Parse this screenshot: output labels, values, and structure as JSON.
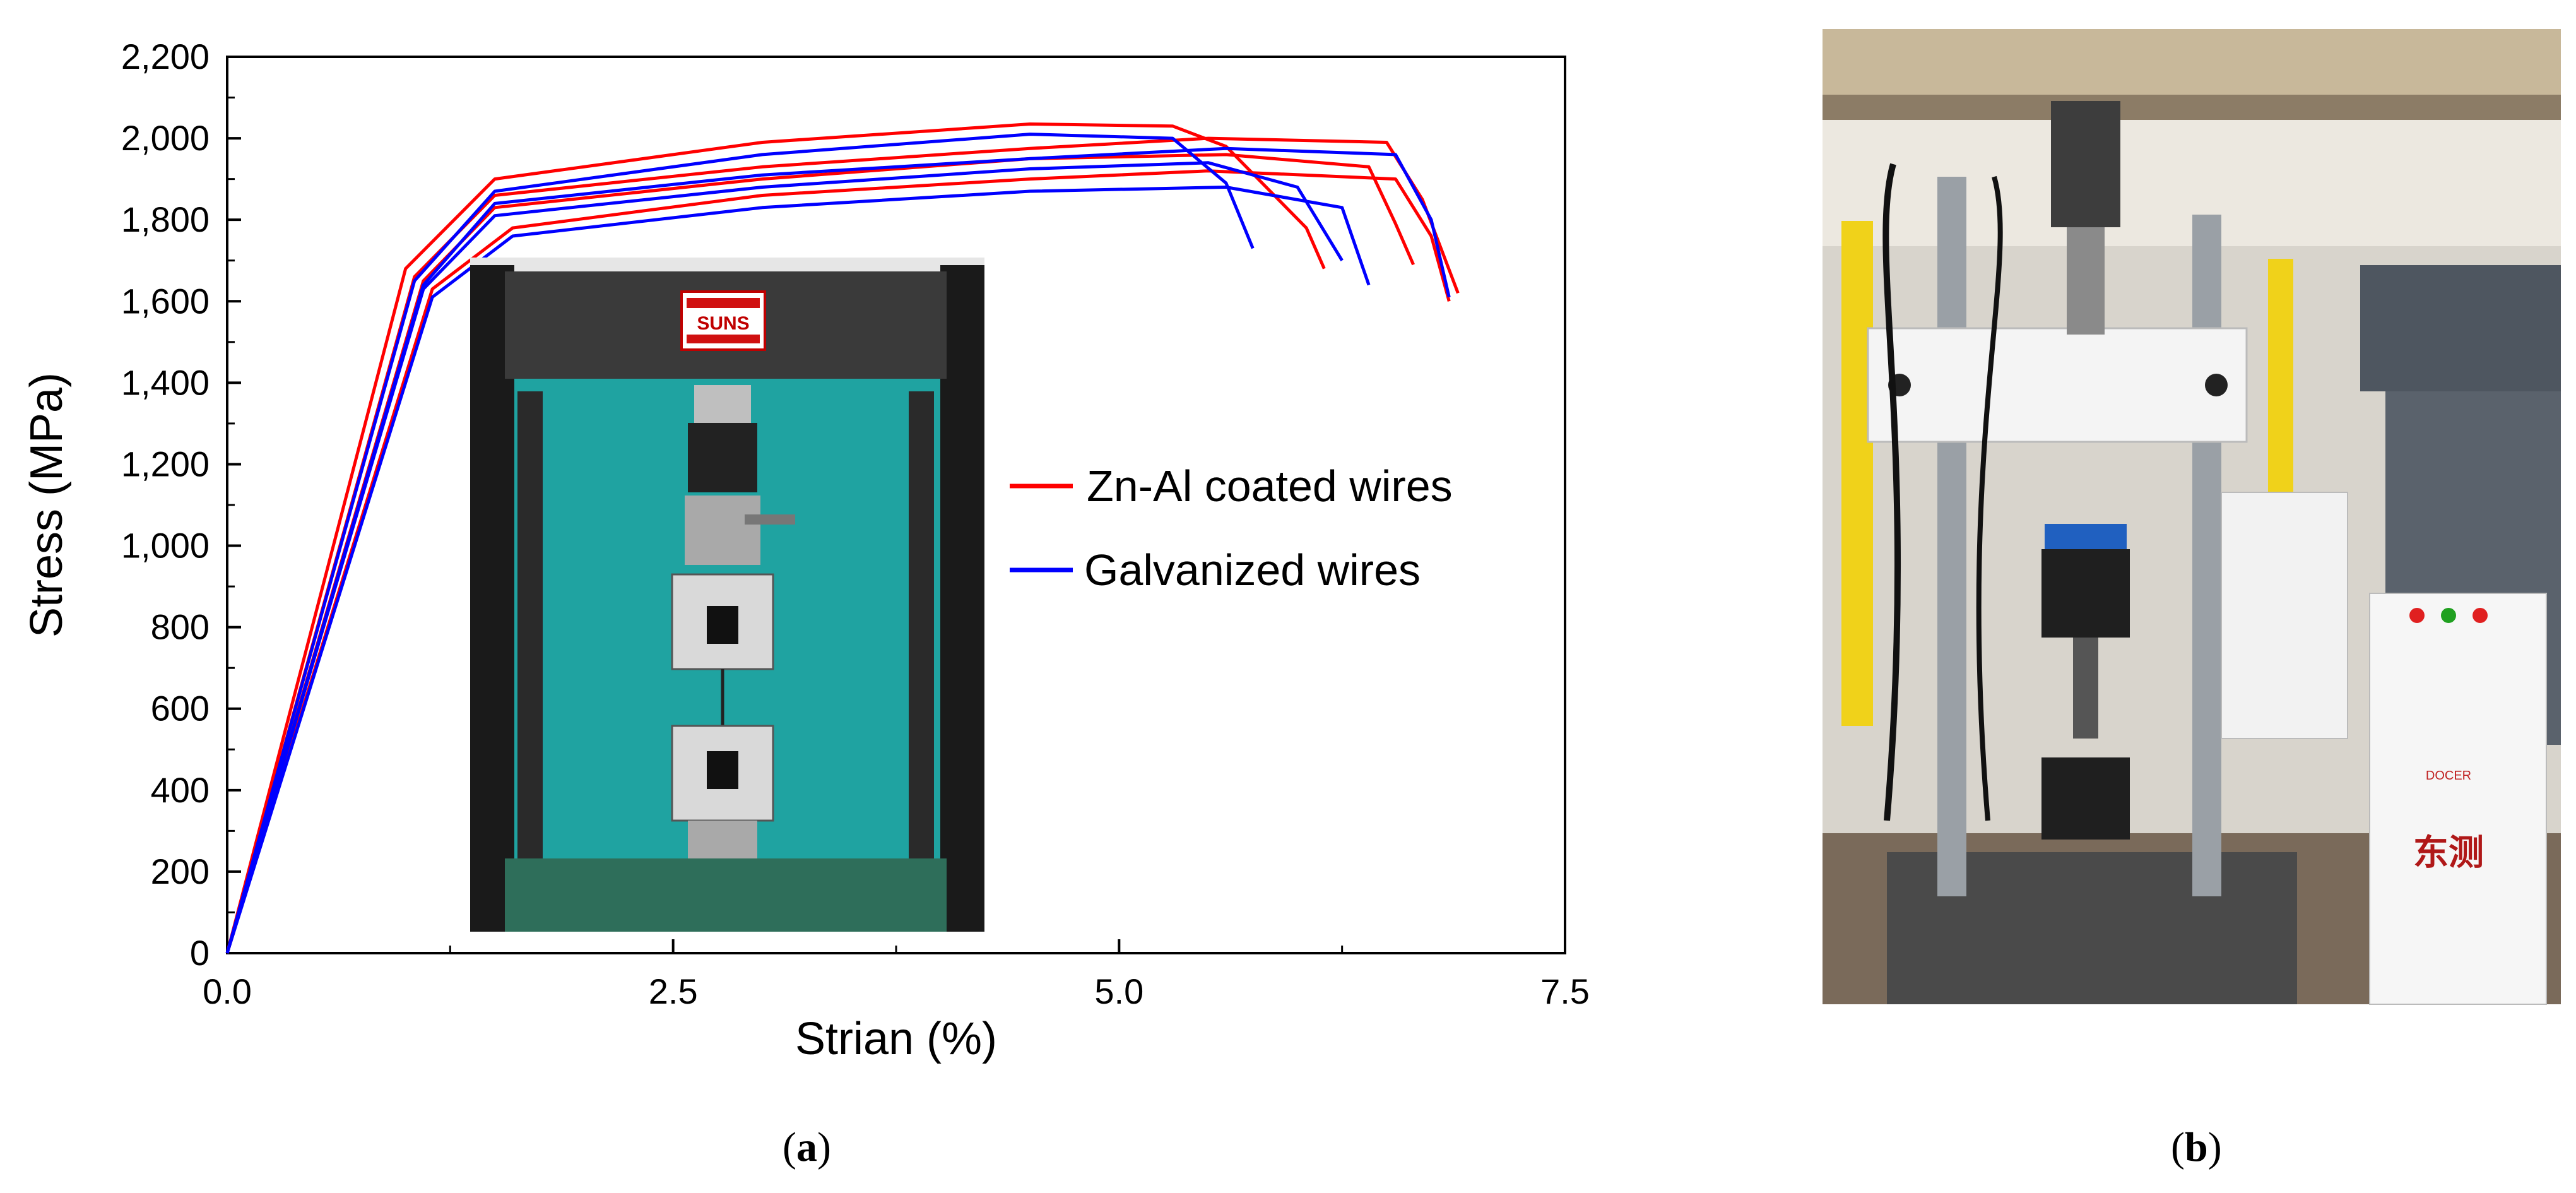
{
  "chart_data": {
    "type": "line",
    "title": "",
    "xlabel": "Strian (%)",
    "ylabel": "Stress (MPa)",
    "xlim": [
      0,
      7.5
    ],
    "ylim": [
      0,
      2200
    ],
    "xticks": [
      "0.0",
      "2.5",
      "5.0",
      "7.5"
    ],
    "yticks": [
      "0",
      "200",
      "400",
      "600",
      "800",
      "1,000",
      "1,200",
      "1,400",
      "1,600",
      "1,800",
      "2,000",
      "2,200"
    ],
    "grid": false,
    "legend_position": "right",
    "legend": [
      {
        "label": "Zn-Al coated wires",
        "color": "#ff0000"
      },
      {
        "label": "Galvanized wires",
        "color": "#0000ff"
      }
    ],
    "series": [
      {
        "name": "Zn-Al coated wires",
        "color": "#ff0000",
        "x": [
          0,
          1.0,
          1.5,
          3.0,
          4.5,
          5.3,
          5.6,
          6.05,
          6.15
        ],
        "y": [
          0,
          1680,
          1900,
          1990,
          2035,
          2030,
          1980,
          1780,
          1680
        ]
      },
      {
        "name": "Zn-Al coated wires",
        "color": "#ff0000",
        "x": [
          0,
          1.1,
          1.5,
          3.0,
          4.5,
          5.6,
          6.4,
          6.55,
          6.65
        ],
        "y": [
          0,
          1650,
          1830,
          1900,
          1950,
          1960,
          1930,
          1790,
          1690
        ]
      },
      {
        "name": "Zn-Al coated wires",
        "color": "#ff0000",
        "x": [
          0,
          1.15,
          1.6,
          3.0,
          4.5,
          5.5,
          6.55,
          6.75,
          6.85
        ],
        "y": [
          0,
          1630,
          1780,
          1860,
          1900,
          1920,
          1900,
          1760,
          1600
        ]
      },
      {
        "name": "Zn-Al coated wires",
        "color": "#ff0000",
        "x": [
          0,
          1.05,
          1.5,
          3.0,
          4.5,
          5.5,
          6.5,
          6.7,
          6.9
        ],
        "y": [
          0,
          1660,
          1860,
          1930,
          1975,
          2000,
          1990,
          1850,
          1620
        ]
      },
      {
        "name": "Galvanized wires",
        "color": "#0000ff",
        "x": [
          0,
          1.05,
          1.5,
          3.0,
          4.5,
          5.3,
          5.6,
          5.75
        ],
        "y": [
          0,
          1650,
          1870,
          1960,
          2010,
          2000,
          1890,
          1730
        ]
      },
      {
        "name": "Galvanized wires",
        "color": "#0000ff",
        "x": [
          0,
          1.1,
          1.5,
          3.0,
          4.5,
          5.5,
          6.0,
          6.25
        ],
        "y": [
          0,
          1630,
          1810,
          1880,
          1925,
          1940,
          1880,
          1700
        ]
      },
      {
        "name": "Galvanized wires",
        "color": "#0000ff",
        "x": [
          0,
          1.15,
          1.6,
          3.0,
          4.5,
          5.6,
          6.25,
          6.4
        ],
        "y": [
          0,
          1610,
          1760,
          1830,
          1870,
          1880,
          1830,
          1640
        ]
      },
      {
        "name": "Galvanized wires",
        "color": "#0000ff",
        "x": [
          0,
          1.1,
          1.5,
          3.0,
          4.5,
          5.6,
          6.55,
          6.75,
          6.85
        ],
        "y": [
          0,
          1640,
          1840,
          1910,
          1950,
          1975,
          1960,
          1800,
          1610
        ]
      }
    ]
  },
  "inset": {
    "brand_text": "SUNS"
  },
  "photo_b": {
    "machine_brand_text": "东测",
    "sticker_text": "DOCER"
  },
  "panel_labels": {
    "a_open": "(",
    "a": "a",
    "a_close": ")",
    "b_open": "(",
    "b": "b",
    "b_close": ")"
  }
}
